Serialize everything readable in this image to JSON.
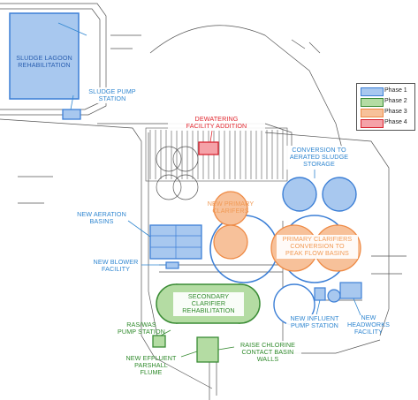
{
  "colors": {
    "phase1": "#a8c8ef",
    "phase1_stroke": "#3c7fd6",
    "phase2": "#b4dca3",
    "phase2_stroke": "#3a8c35",
    "phase3": "#f7c19a",
    "phase3_stroke": "#ee8a45",
    "phase4": "#f5a2a8",
    "phase4_stroke": "#d8232f",
    "linework": "#444444"
  },
  "legend": {
    "items": [
      {
        "label": "Phase 1",
        "phase": "phase1"
      },
      {
        "label": "Phase 2",
        "phase": "phase2"
      },
      {
        "label": "Phase 3",
        "phase": "phase3"
      },
      {
        "label": "Phase 4",
        "phase": "phase4"
      }
    ]
  },
  "labels": {
    "sludge_lagoon": "SLUDGE LAGOON\nREHABILITATION",
    "sludge_pump": "SLUDGE PUMP\nSTATION",
    "dewatering": "DEWATERING\nFACILITY ADDITION",
    "conversion_aerated": "CONVERSION TO\nAERATED SLUDGE\nSTORAGE",
    "new_primary": "NEW PRIMARY\nCLARIFERS",
    "primary_peak": "PRIMARY CLARIFIERS\nCONVERSION TO\nPEAK FLOW BASINS",
    "aeration": "NEW AERATION\nBASINS",
    "blower": "NEW BLOWER\nFACILITY",
    "secondary": "SECONDARY\nCLARIFIER\nREHABILITATION",
    "raswas": "RAS/WAS\nPUMP STATION",
    "influent": "NEW INFLUENT\nPUMP STATION",
    "headworks": "NEW\nHEADWORKS\nFACILITY",
    "chlorine": "RAISE CHLORINE\nCONTACT BASIN\nWALLS",
    "effluent": "NEW EFFLUENT\nPARSHALL\nFLUME"
  }
}
